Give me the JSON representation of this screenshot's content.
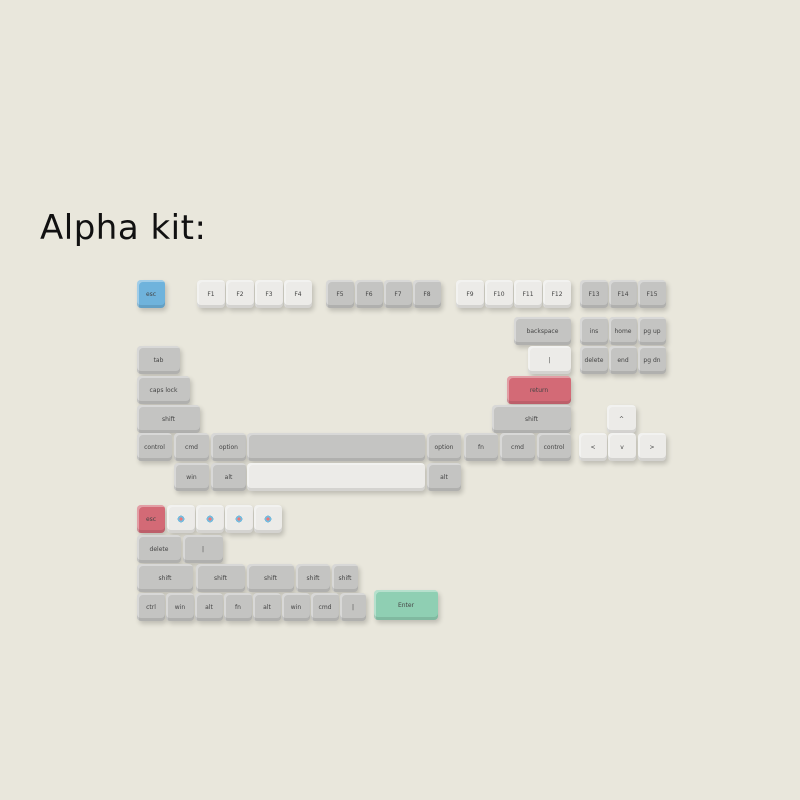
{
  "title": "Alpha kit:",
  "colors": {
    "background": "#e9e7dc",
    "gray": "#c4c4c2",
    "white": "#ecebe8",
    "blue": "#6fb3dc",
    "red": "#d36a76",
    "green": "#8fcfb3"
  },
  "main_keys": [
    {
      "label": "esc",
      "c": "b"
    },
    {
      "label": "F1",
      "c": "w"
    },
    {
      "label": "F2",
      "c": "w"
    },
    {
      "label": "F3",
      "c": "w"
    },
    {
      "label": "F4",
      "c": "w"
    },
    {
      "label": "F5",
      "c": "g"
    },
    {
      "label": "F6",
      "c": "g"
    },
    {
      "label": "F7",
      "c": "g"
    },
    {
      "label": "F8",
      "c": "g"
    },
    {
      "label": "F9",
      "c": "w"
    },
    {
      "label": "F10",
      "c": "w"
    },
    {
      "label": "F11",
      "c": "w"
    },
    {
      "label": "F12",
      "c": "w"
    },
    {
      "label": "F13",
      "c": "g"
    },
    {
      "label": "F14",
      "c": "g"
    },
    {
      "label": "F15",
      "c": "g"
    },
    {
      "label": "backspace",
      "c": "g"
    },
    {
      "label": "ins",
      "c": "g"
    },
    {
      "label": "home",
      "c": "g"
    },
    {
      "label": "pg up",
      "c": "g"
    },
    {
      "label": "tab",
      "c": "g"
    },
    {
      "label": "|",
      "c": "w"
    },
    {
      "label": "delete",
      "c": "g"
    },
    {
      "label": "end",
      "c": "g"
    },
    {
      "label": "pg dn",
      "c": "g"
    },
    {
      "label": "caps lock",
      "c": "g"
    },
    {
      "label": "return",
      "c": "r"
    },
    {
      "label": "shift",
      "c": "g"
    },
    {
      "label": "shift",
      "c": "g"
    },
    {
      "label": "^",
      "c": "w"
    },
    {
      "label": "control",
      "c": "g"
    },
    {
      "label": "cmd",
      "c": "g"
    },
    {
      "label": "option",
      "c": "g"
    },
    {
      "label": "",
      "c": "g"
    },
    {
      "label": "option",
      "c": "g"
    },
    {
      "label": "fn",
      "c": "g"
    },
    {
      "label": "cmd",
      "c": "g"
    },
    {
      "label": "control",
      "c": "g"
    },
    {
      "label": "<",
      "c": "w"
    },
    {
      "label": "v",
      "c": "w"
    },
    {
      "label": ">",
      "c": "w"
    },
    {
      "label": "win",
      "c": "g"
    },
    {
      "label": "alt",
      "c": "g"
    },
    {
      "label": "",
      "c": "w"
    },
    {
      "label": "alt",
      "c": "g"
    }
  ],
  "extra_keys": [
    {
      "label": "esc",
      "c": "r"
    },
    {
      "label": "",
      "c": "w",
      "novelty": true
    },
    {
      "label": "",
      "c": "w",
      "novelty": true
    },
    {
      "label": "",
      "c": "w",
      "novelty": true
    },
    {
      "label": "",
      "c": "w",
      "novelty": true
    },
    {
      "label": "delete",
      "c": "g"
    },
    {
      "label": "|",
      "c": "g"
    },
    {
      "label": "shift",
      "c": "g"
    },
    {
      "label": "shift",
      "c": "g"
    },
    {
      "label": "shift",
      "c": "g"
    },
    {
      "label": "shift",
      "c": "g"
    },
    {
      "label": "shift",
      "c": "g"
    },
    {
      "label": "ctrl",
      "c": "g"
    },
    {
      "label": "win",
      "c": "g"
    },
    {
      "label": "alt",
      "c": "g"
    },
    {
      "label": "fn",
      "c": "g"
    },
    {
      "label": "alt",
      "c": "g"
    },
    {
      "label": "win",
      "c": "g"
    },
    {
      "label": "cmd",
      "c": "g"
    },
    {
      "label": "|",
      "c": "g"
    },
    {
      "label": "Enter",
      "c": "t"
    }
  ]
}
